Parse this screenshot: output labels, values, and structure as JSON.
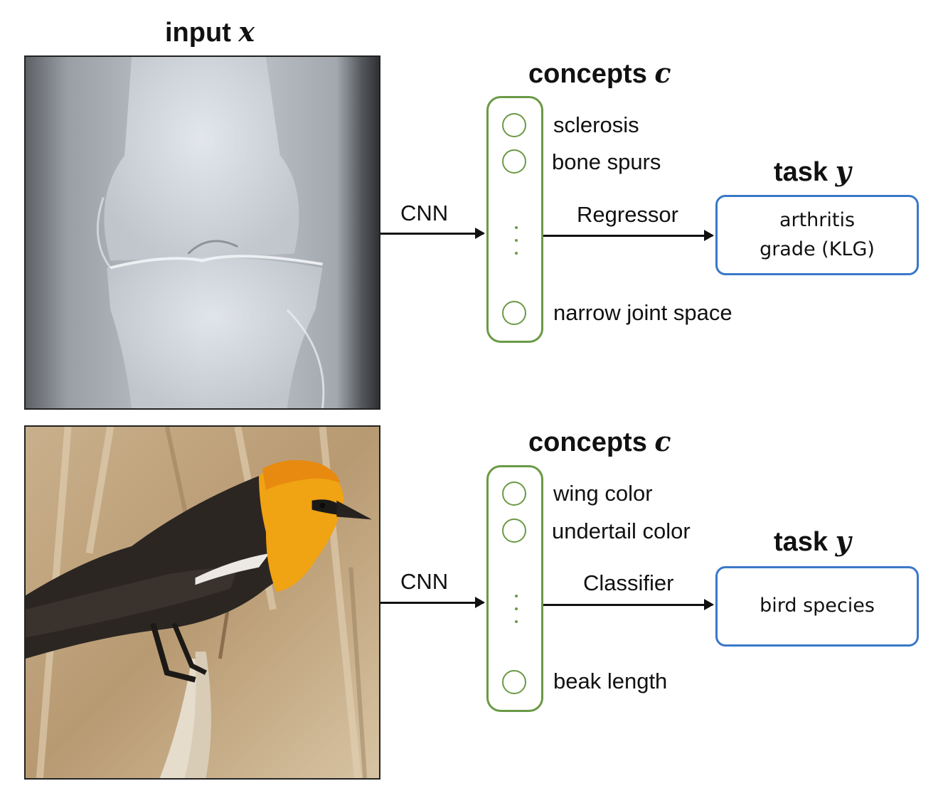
{
  "input_title": {
    "word": "input",
    "var": "x"
  },
  "rows": [
    {
      "concepts_title": {
        "word": "concepts",
        "var": "c"
      },
      "edge_in": "CNN",
      "concepts": [
        "sclerosis",
        "bone spurs",
        "narrow joint space"
      ],
      "edge_out": "Regressor",
      "task_title": {
        "word": "task",
        "var": "y"
      },
      "task_lines": [
        "arthritis",
        "grade (KLG)"
      ]
    },
    {
      "concepts_title": {
        "word": "concepts",
        "var": "c"
      },
      "edge_in": "CNN",
      "concepts": [
        "wing color",
        "undertail color",
        "beak length"
      ],
      "edge_out": "Classifier",
      "task_title": {
        "word": "task",
        "var": "y"
      },
      "task_lines": [
        "bird species"
      ]
    }
  ],
  "colors": {
    "concept_green": "#6a9a45",
    "task_blue": "#3a78c8"
  }
}
